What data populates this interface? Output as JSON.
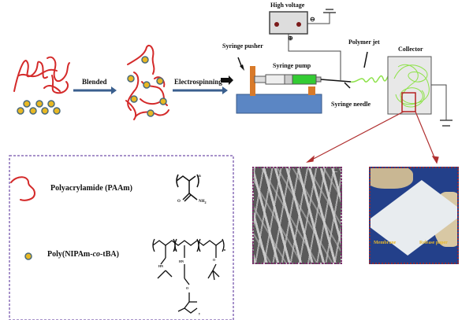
{
  "process": {
    "step1_label": "Blended",
    "step2_label": "Electrospinning"
  },
  "apparatus": {
    "high_voltage": "High voltage",
    "negative_symbol": "⊖",
    "positive_symbol": "⊕",
    "syringe_pusher": "Syringe pusher",
    "syringe_pump": "Syringe pump",
    "syringe_needle": "Syringe needle",
    "polymer_jet": "Polymer jet",
    "collector": "Collector"
  },
  "legend": {
    "item1_label": "Polyacrylamide (PAAm)",
    "item2_prefix": "Poly(NIPAm-",
    "item2_italic": "co",
    "item2_suffix": "-tBA)",
    "subscript_n": "n",
    "subscript_m": "m",
    "subscript_x": "x",
    "subscript_y": "y",
    "atom_O": "O",
    "atom_NH2": "NH",
    "atom_NH2_sub": "2",
    "atom_HN": "HN"
  },
  "photos": {
    "sem_scale": "—",
    "membrane_label": "Membrane",
    "release_paper_label": "Release paper"
  },
  "colors": {
    "polymer_red": "#d42a2a",
    "particle_fill": "#e8b823",
    "particle_stroke": "#4a6a7a",
    "arrow_blue": "#3a5f8e",
    "stand_orange": "#d87a2a",
    "base_blue": "#5b86c4",
    "fluid_green": "#33cc33",
    "jet_green": "#8ee24a",
    "legend_border": "#8a6fb8",
    "photo_border": "#7a2a6a",
    "callout_red": "#b03030"
  }
}
